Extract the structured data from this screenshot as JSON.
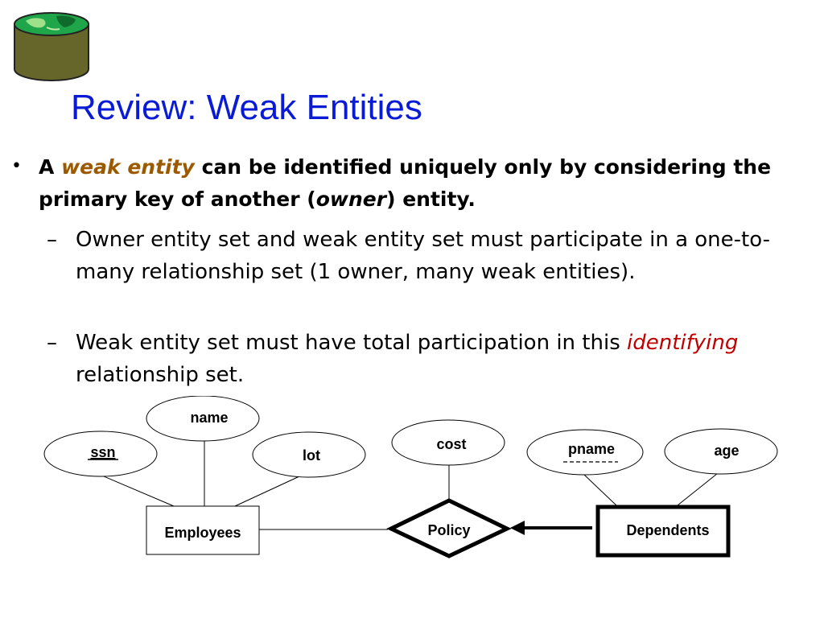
{
  "slide": {
    "title": "Review: Weak Entities",
    "bullet": {
      "lead": "A",
      "term": "weak entity",
      "text_1": "can be identified uniquely only by considering the primary key of another (",
      "owner": "owner",
      "text_2": ") entity."
    },
    "subpoints": [
      {
        "text": "Owner entity set and weak entity set must participate in a one-to-many relationship set (1 owner, many weak entities)."
      },
      {
        "text_1": "Weak entity set must have total participation in this",
        "term": "identifying",
        "text_2": "relationship set."
      }
    ]
  },
  "diagram": {
    "attributes": {
      "ssn": "ssn",
      "name": "name",
      "lot": "lot",
      "cost": "cost",
      "pname": "pname",
      "age": "age"
    },
    "entities": {
      "employees": "Employees",
      "dependents": "Dependents"
    },
    "relationship": "Policy"
  },
  "colors": {
    "title": "#0a1bd6",
    "weak_entity_term": "#9b5a00",
    "identifying_term": "#c00000",
    "logo_body": "#66662a",
    "logo_top": "#16a34a"
  },
  "icons": {
    "logo": "database-globe-icon"
  }
}
